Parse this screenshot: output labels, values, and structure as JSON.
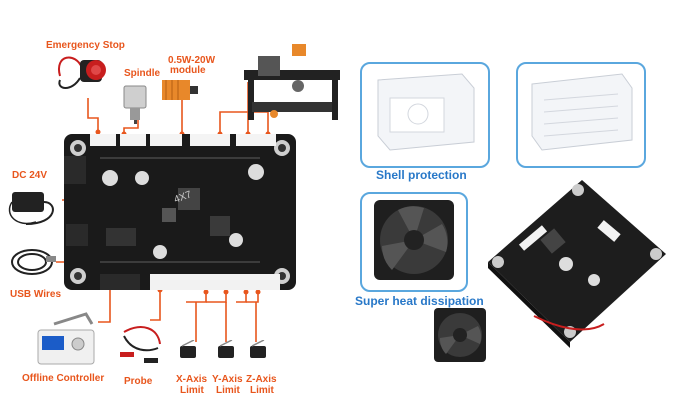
{
  "labels": {
    "emergency_stop": "Emergency Stop",
    "spindle": "Spindle",
    "laser_module_line1": "0.5W-20W",
    "laser_module_line2": "module",
    "dc_24v": "DC 24V",
    "usb_wires": "USB Wires",
    "offline_controller": "Offline Controller",
    "probe": "Probe",
    "x_axis_limit_line1": "X-Axis",
    "x_axis_limit_line2": "Limit",
    "y_axis_limit_line1": "Y-Axis",
    "y_axis_limit_line2": "Limit",
    "z_axis_limit_line1": "Z-Axis",
    "z_axis_limit_line2": "Limit",
    "shell_protection": "Shell protection",
    "super_heat_dissipation": "Super heat dissipation"
  },
  "board_marking": "4X7",
  "colors": {
    "label_orange": "#e8561d",
    "caption_blue": "#2878c8",
    "frame_blue": "#5aa7de",
    "board_black": "#1a1a1a"
  },
  "icons": [
    "emergency-stop-icon",
    "spindle-icon",
    "laser-module-icon",
    "cnc-machine-icon",
    "power-adapter-icon",
    "usb-cable-icon",
    "offline-controller-icon",
    "probe-icon",
    "limit-switch-icon",
    "controller-board-icon",
    "acrylic-shell-icon",
    "cooling-fan-icon"
  ]
}
